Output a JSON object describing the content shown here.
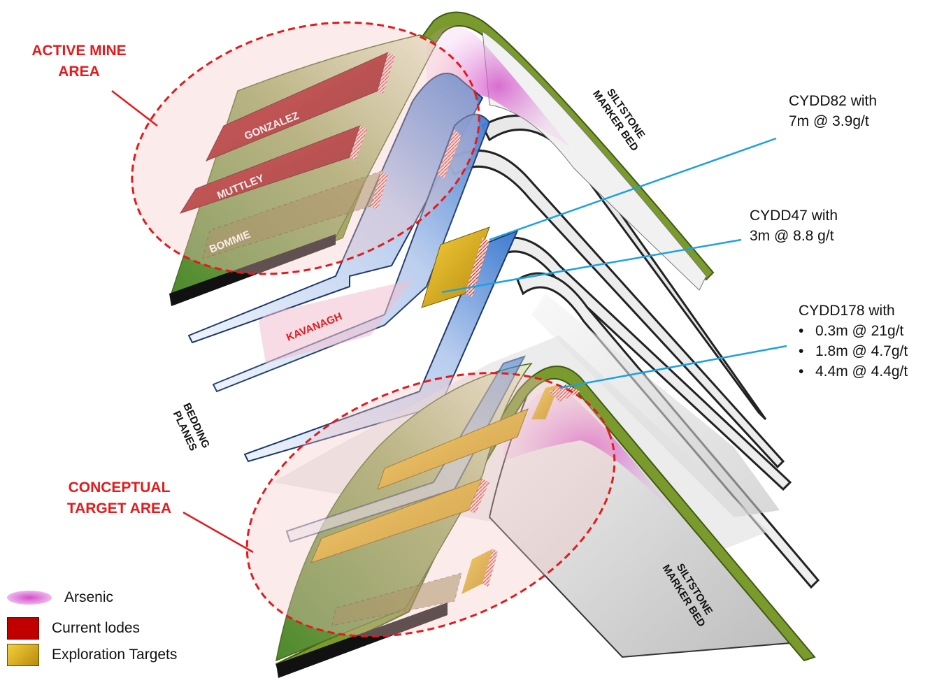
{
  "labels": {
    "active_mine_area": [
      "ACTIVE MINE",
      "AREA"
    ],
    "conceptual_target_area": [
      "CONCEPTUAL",
      "TARGET AREA"
    ],
    "siltstone_marker_bed_top": [
      "SILTSTONE",
      "MARKER BED"
    ],
    "siltstone_marker_bed_bottom": [
      "SILTSTONE",
      "MARKER BED"
    ],
    "bedding_planes": [
      "BEDDING",
      "PLANES"
    ]
  },
  "lodes": {
    "gonzalez": "GONZALEZ",
    "muttley": "MUTTLEY",
    "bommie": "BOMMIE",
    "kavanagh": "KAVANAGH"
  },
  "callouts": {
    "cydd82": {
      "title": "CYDD82 with",
      "line": "7m @ 3.9g/t"
    },
    "cydd47": {
      "title": "CYDD47 with",
      "line": "3m @ 8.8 g/t"
    },
    "cydd178": {
      "title": "CYDD178 with",
      "items": [
        "0.3m @ 21g/t",
        "1.8m @ 4.7g/t",
        "4.4m @ 4.4g/t"
      ]
    }
  },
  "legend": {
    "arsenic": "Arsenic",
    "current_lodes": "Current lodes",
    "exploration_targets": "Exploration Targets"
  },
  "colors": {
    "highlight_red": "#e41a1c",
    "callout_line": "#1ba1e2",
    "marker_bed_green": "#7a9a2e",
    "bedding_blue": "#4a82d4",
    "lode_red": "#a01818",
    "target_gold": "#e6b21d",
    "arsenic_pink": "#d24ec8"
  }
}
